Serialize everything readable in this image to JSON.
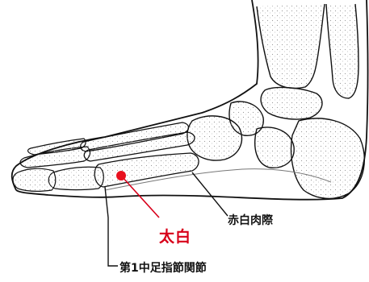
{
  "labels": {
    "point_name": "太白",
    "landmark_border": "赤白肉際",
    "landmark_joint": "第1中足指節関節"
  },
  "colors": {
    "point": "#e8101e",
    "point_label": "#d8001a",
    "line": "#111111",
    "bone_hatch": "#9a9a9a"
  },
  "icons": {
    "point_marker": "red-dot"
  }
}
